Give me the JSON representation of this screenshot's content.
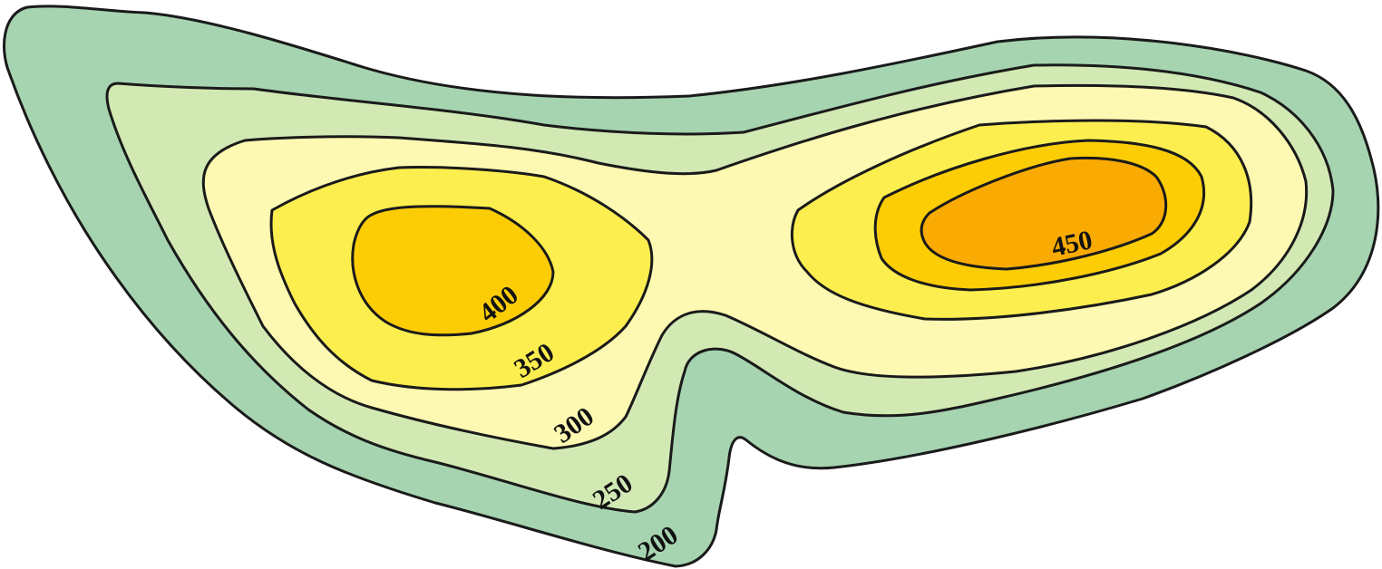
{
  "contour_map": {
    "levels": [
      {
        "value": 200,
        "label": "200",
        "fill": "#a6d4b0"
      },
      {
        "value": 250,
        "label": "250",
        "fill": "#d2e9b4"
      },
      {
        "value": 300,
        "label": "300",
        "fill": "#fef9b2"
      },
      {
        "value": 350,
        "label": "350",
        "fill": "#fdee4f"
      },
      {
        "value": 400,
        "label": "400",
        "fill": "#fccd05"
      },
      {
        "value": 450,
        "label": "450",
        "fill": "#f9ab03"
      }
    ],
    "line_color": "#1a1a1a"
  }
}
